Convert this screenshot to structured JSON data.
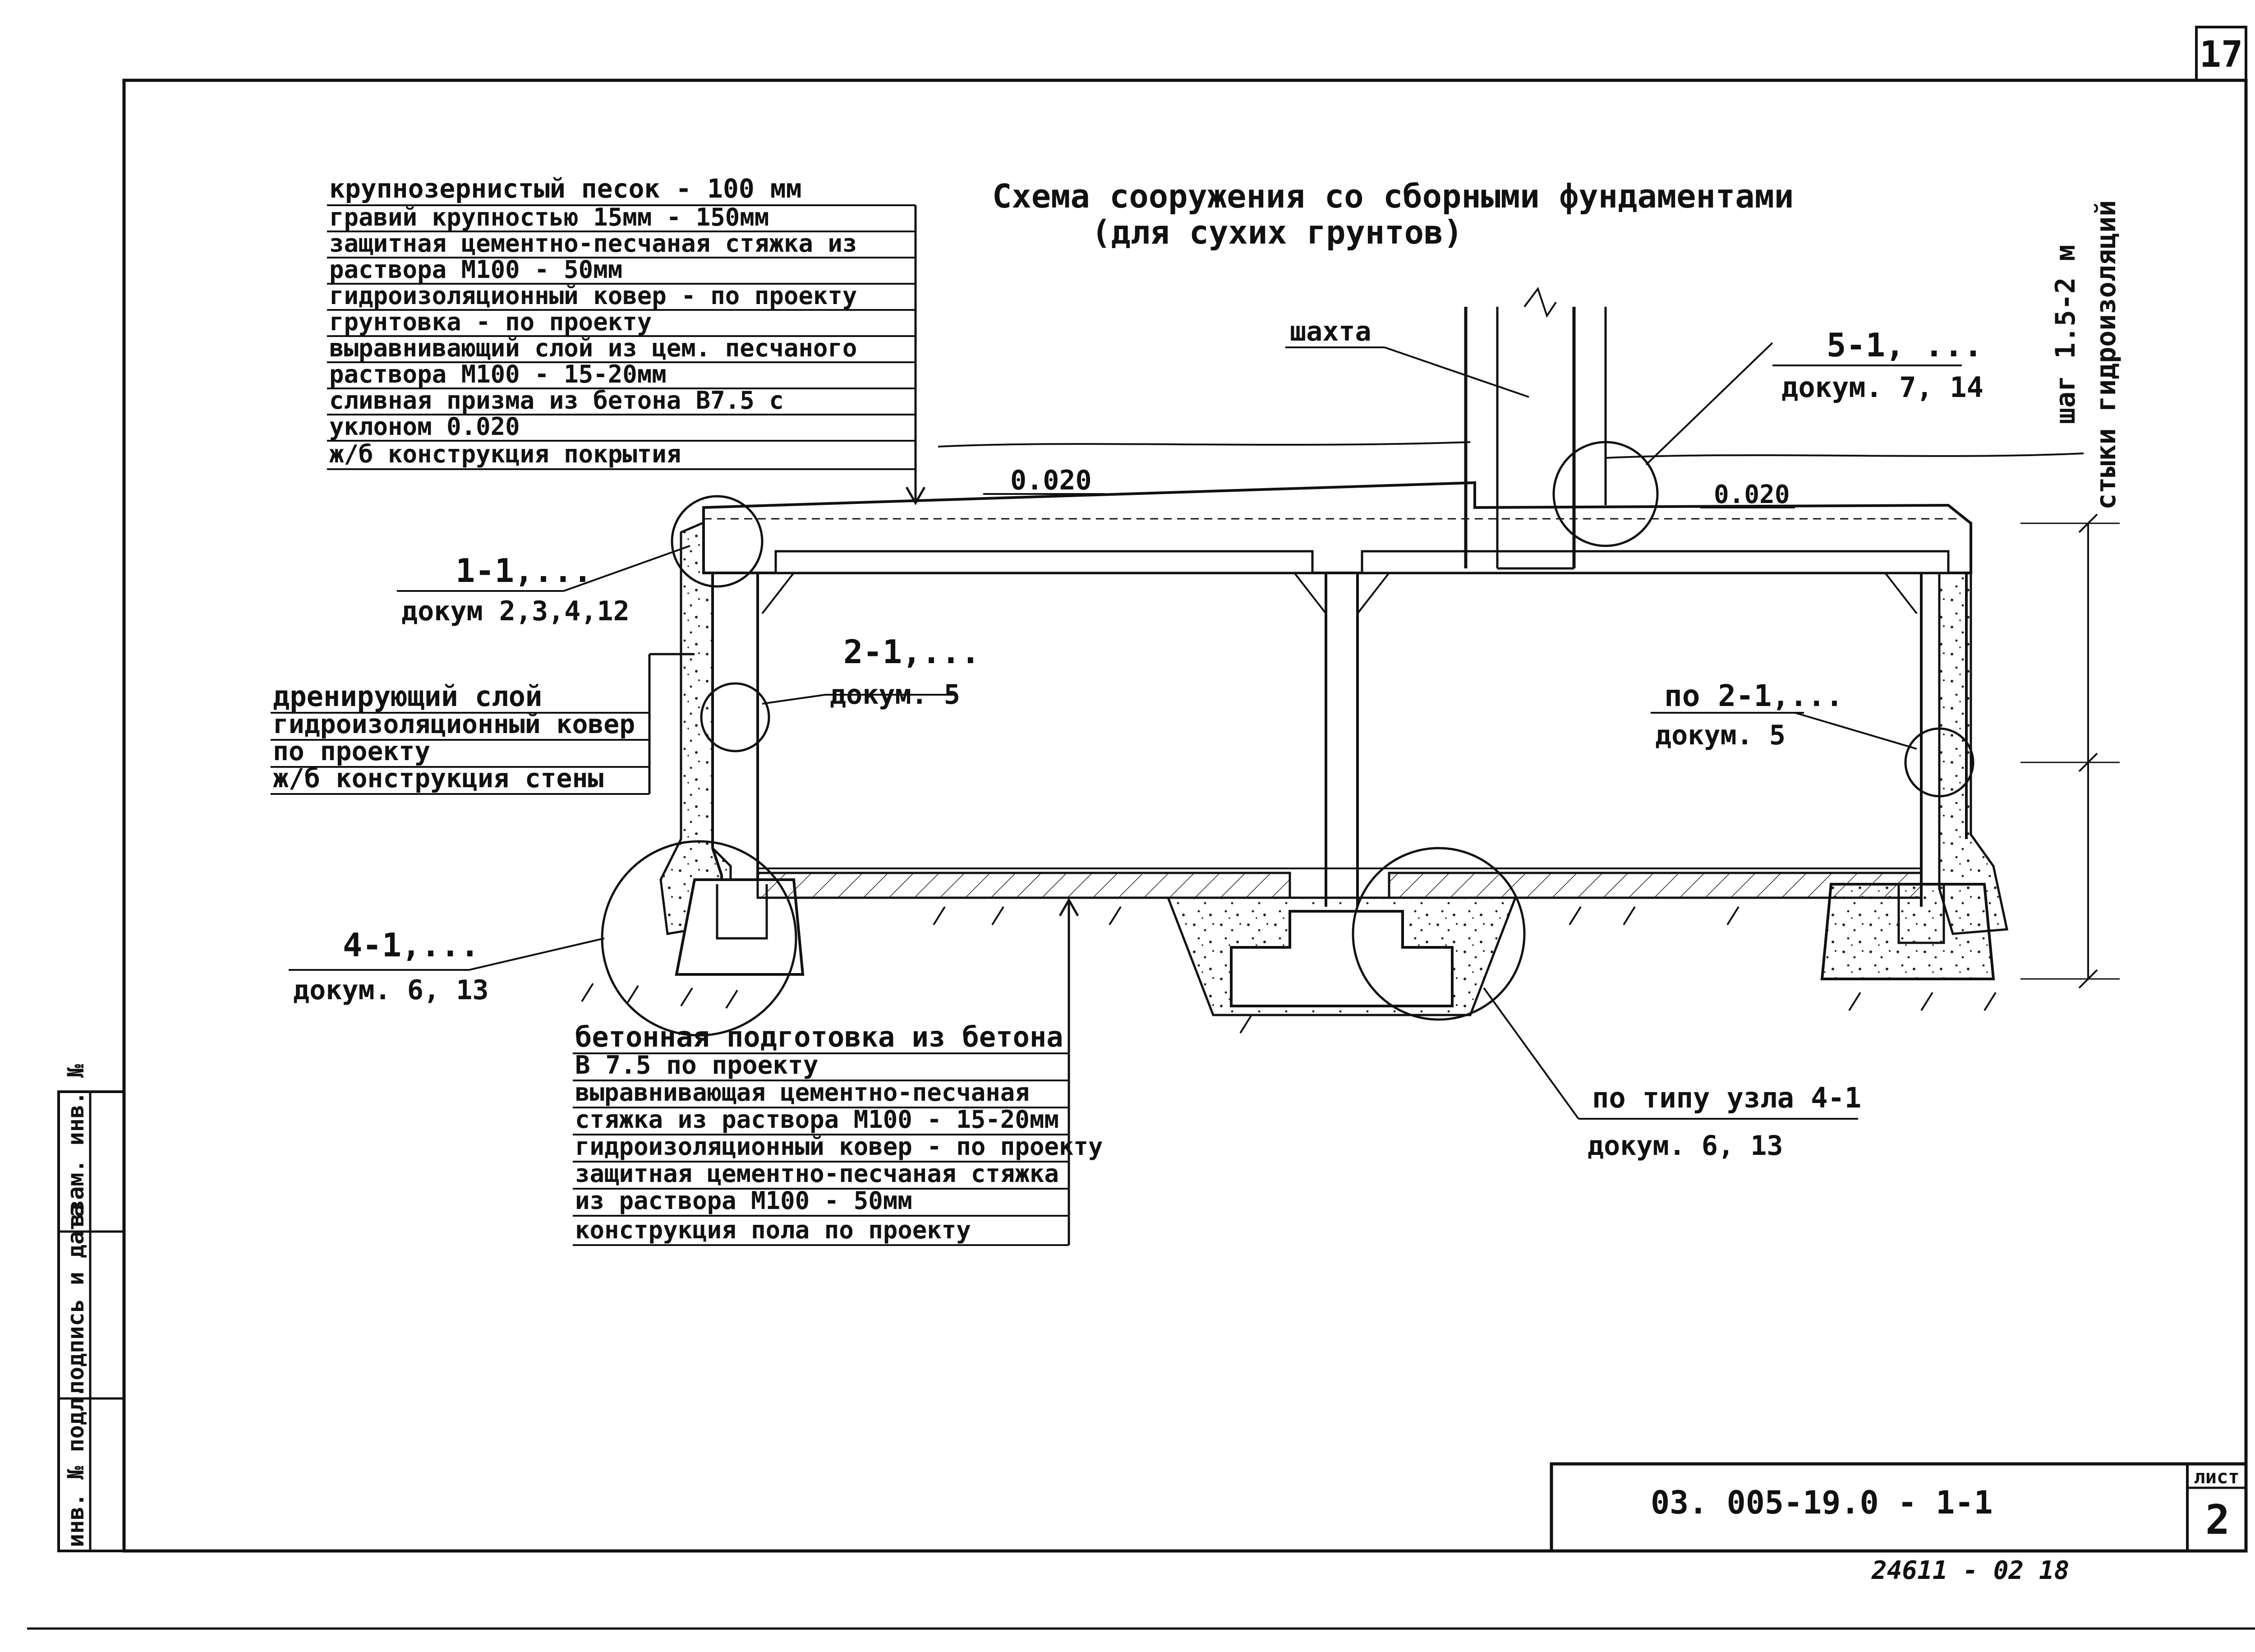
{
  "page_number": "17",
  "title": {
    "line1": "Схема сооружения со сборными фундаментами",
    "line2": "(для сухих грунтов)"
  },
  "roof_layers": [
    "крупнозернистый песок - 100 мм",
    "гравий крупностью 15мм - 150мм",
    "защитная цементно-песчаная стяжка из",
    "раствора М100 - 50мм",
    "гидроизоляционный ковер - по проекту",
    "грунтовка - по проекту",
    "выравнивающий слой из цем. песчаного",
    "раствора   М100   -  15-20мм",
    "сливная призма из бетона В7.5 с",
    "уклоном 0.020",
    "ж/б конструкция покрытия"
  ],
  "wall_layers": [
    "дренирующий слой",
    "гидроизоляционный ковер",
    "по проекту",
    "ж/б конструкция стены"
  ],
  "floor_layers": [
    "бетонная подготовка из бетона",
    "В 7.5          по проекту",
    "выравнивающая цементно-песчаная",
    "стяжка из раствора М100 - 15-20мм",
    "гидроизоляционный ковер - по проекту",
    "защитная цементно-песчаная стяжка",
    "из раствора М100 - 50мм",
    "конструкция пола по проекту"
  ],
  "slope_left": "0.020",
  "slope_right": "0.020",
  "shaft_label": "шахта",
  "callouts": {
    "c11": {
      "ref": "1-1,...",
      "doc": "докум 2,3,4,12"
    },
    "c21": {
      "ref": "2-1,...",
      "doc": "докум. 5"
    },
    "c21r": {
      "ref": "по 2-1,...",
      "doc": "докум. 5"
    },
    "c41": {
      "ref": "4-1,...",
      "doc": "докум. 6, 13"
    },
    "c51": {
      "ref": "5-1, ...",
      "doc": "докум. 7, 14"
    },
    "c41r": {
      "ref": "по типу узла 4-1",
      "doc": "докум. 6, 13"
    }
  },
  "joints_note": {
    "line1": "шаг 1.5-2 м",
    "line2": "стыки гидроизоляций"
  },
  "side_stamp": [
    "инв. № подл.",
    "подпись и дата",
    "взам. инв. №"
  ],
  "title_block": {
    "code": "03. 005-19.0 - 1-1",
    "sheet_label": "лист",
    "sheet_no": "2"
  },
  "footer_number": "24611 - 02    18",
  "colors": {
    "ink": "#111111",
    "paper": "#ffffff"
  }
}
